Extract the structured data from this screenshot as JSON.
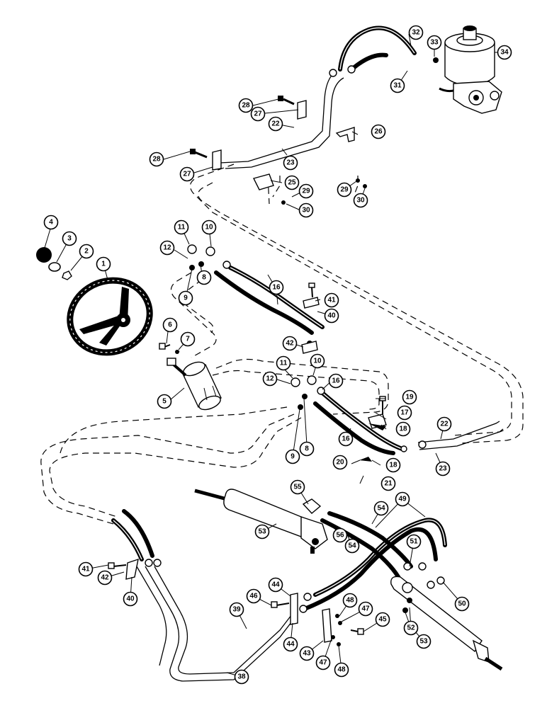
{
  "diagram": {
    "callouts": [
      {
        "id": "c1",
        "label": "1"
      },
      {
        "id": "c2",
        "label": "2"
      },
      {
        "id": "c3",
        "label": "3"
      },
      {
        "id": "c4",
        "label": "4"
      },
      {
        "id": "c5",
        "label": "5"
      },
      {
        "id": "c6",
        "label": "6"
      },
      {
        "id": "c7",
        "label": "7"
      },
      {
        "id": "c8a",
        "label": "8"
      },
      {
        "id": "c8b",
        "label": "8"
      },
      {
        "id": "c9a",
        "label": "9"
      },
      {
        "id": "c9b",
        "label": "9"
      },
      {
        "id": "c10a",
        "label": "10"
      },
      {
        "id": "c10b",
        "label": "10"
      },
      {
        "id": "c11a",
        "label": "11"
      },
      {
        "id": "c11b",
        "label": "11"
      },
      {
        "id": "c12a",
        "label": "12"
      },
      {
        "id": "c12b",
        "label": "12"
      },
      {
        "id": "c16a",
        "label": "16"
      },
      {
        "id": "c16b",
        "label": "16"
      },
      {
        "id": "c16c",
        "label": "16"
      },
      {
        "id": "c17",
        "label": "17"
      },
      {
        "id": "c18a",
        "label": "18"
      },
      {
        "id": "c18b",
        "label": "18"
      },
      {
        "id": "c19",
        "label": "19"
      },
      {
        "id": "c20",
        "label": "20"
      },
      {
        "id": "c21",
        "label": "21"
      },
      {
        "id": "c22a",
        "label": "22"
      },
      {
        "id": "c22b",
        "label": "22"
      },
      {
        "id": "c23a",
        "label": "23"
      },
      {
        "id": "c23b",
        "label": "23"
      },
      {
        "id": "c25",
        "label": "25"
      },
      {
        "id": "c26",
        "label": "26"
      },
      {
        "id": "c27a",
        "label": "27"
      },
      {
        "id": "c27b",
        "label": "27"
      },
      {
        "id": "c28a",
        "label": "28"
      },
      {
        "id": "c28b",
        "label": "28"
      },
      {
        "id": "c29a",
        "label": "29"
      },
      {
        "id": "c29b",
        "label": "29"
      },
      {
        "id": "c30a",
        "label": "30"
      },
      {
        "id": "c30b",
        "label": "30"
      },
      {
        "id": "c31",
        "label": "31"
      },
      {
        "id": "c32",
        "label": "32"
      },
      {
        "id": "c33",
        "label": "33"
      },
      {
        "id": "c34",
        "label": "34"
      },
      {
        "id": "c38",
        "label": "38"
      },
      {
        "id": "c39",
        "label": "39"
      },
      {
        "id": "c40a",
        "label": "40"
      },
      {
        "id": "c40b",
        "label": "40"
      },
      {
        "id": "c41a",
        "label": "41"
      },
      {
        "id": "c41b",
        "label": "41"
      },
      {
        "id": "c42a",
        "label": "42"
      },
      {
        "id": "c42b",
        "label": "42"
      },
      {
        "id": "c43",
        "label": "43"
      },
      {
        "id": "c44a",
        "label": "44"
      },
      {
        "id": "c44b",
        "label": "44"
      },
      {
        "id": "c45",
        "label": "45"
      },
      {
        "id": "c46",
        "label": "46"
      },
      {
        "id": "c47a",
        "label": "47"
      },
      {
        "id": "c47b",
        "label": "47"
      },
      {
        "id": "c48a",
        "label": "48"
      },
      {
        "id": "c48b",
        "label": "48"
      },
      {
        "id": "c49",
        "label": "49"
      },
      {
        "id": "c50",
        "label": "50"
      },
      {
        "id": "c51",
        "label": "51"
      },
      {
        "id": "c52",
        "label": "52"
      },
      {
        "id": "c53a",
        "label": "53"
      },
      {
        "id": "c53b",
        "label": "53"
      },
      {
        "id": "c54a",
        "label": "54"
      },
      {
        "id": "c54b",
        "label": "54"
      },
      {
        "id": "c55",
        "label": "55"
      },
      {
        "id": "c56",
        "label": "56"
      }
    ]
  }
}
